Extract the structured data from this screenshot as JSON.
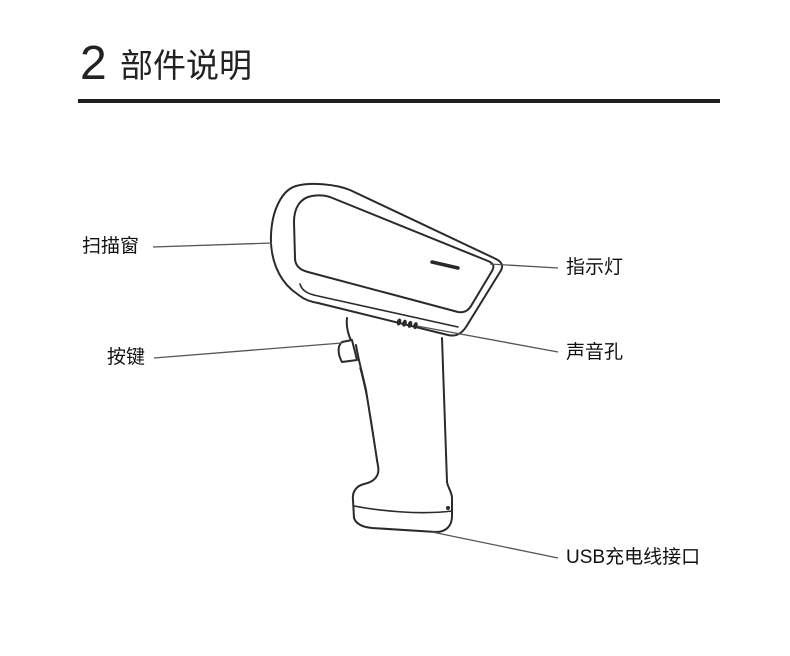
{
  "section": {
    "number": "2",
    "title": "部件说明"
  },
  "labels": {
    "scan_window": "扫描窗",
    "button": "按键",
    "indicator": "指示灯",
    "sound_hole": "声音孔",
    "usb_port": "USB充电线接口"
  }
}
